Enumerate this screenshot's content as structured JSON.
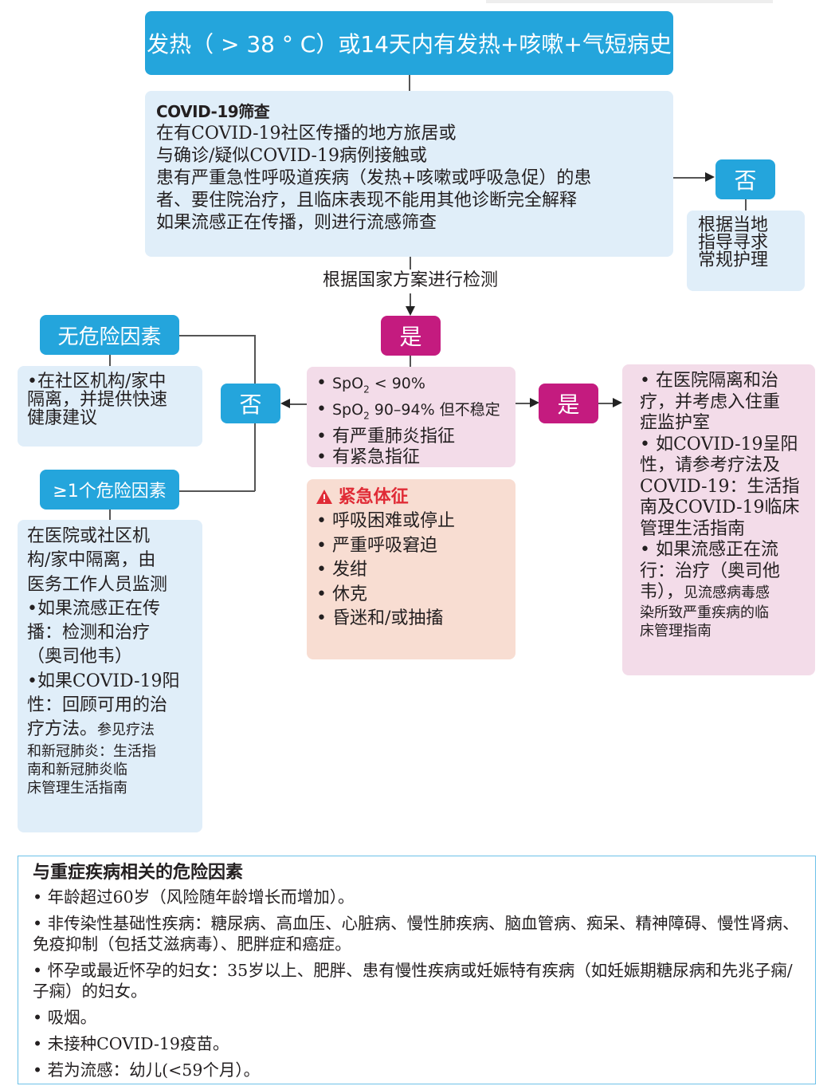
{
  "top": {
    "title": "发热（ > 38 ° C）或14天内有发热+咳嗽+气短病史"
  },
  "screening": {
    "heading": "COVID-19筛查",
    "lines": [
      "在有COVID-19社区传播的地方旅居或",
      "与确诊/疑似COVID-19病例接触或",
      "患有严重急性呼吸道疾病（发热+咳嗽或呼吸急促）的患",
      "者、要住院治疗，且临床表现不能用其他诊断完全解释",
      "如果流感正在传播，则进行流感筛查"
    ]
  },
  "no_right": {
    "label": "否",
    "text_lines": [
      "根据当地",
      "指导寻求",
      "常规护理"
    ]
  },
  "test_label": "根据国家方案进行检测",
  "yes_center": {
    "label": "是"
  },
  "criteria": {
    "items": [
      {
        "prefix": "SpO",
        "sub": "2",
        "suffix": " < 90%"
      },
      {
        "prefix": "SpO",
        "sub": "2",
        "suffix": " 90–94% 但不稳定"
      },
      {
        "text": "有严重肺炎指征"
      },
      {
        "text": "有紧急指征"
      }
    ]
  },
  "emergency": {
    "icon": "warning-triangle-icon",
    "title": "紧急体征",
    "title_color": "#e02b36",
    "items": [
      "呼吸困难或停止",
      "严重呼吸窘迫",
      "发绀",
      "休克",
      "昏迷和/或抽搐"
    ]
  },
  "no_left": {
    "label": "否"
  },
  "yes_right": {
    "label": "是"
  },
  "no_risk": {
    "label": "无危险因素",
    "lines": [
      "•在社区机构/家中",
      "隔离，并提供快速",
      "健康建议"
    ]
  },
  "risk": {
    "label": "≥1个危险因素",
    "lines": [
      "在医院或社区机",
      "构/家中隔离，由",
      "医务工作人员监测",
      "•如果流感正在传",
      "播：检测和治疗",
      "（奥司他韦）",
      "•如果COVID-19阳",
      "性：回顾可用的治",
      "疗方法。"
    ],
    "small_lines": [
      "参见疗法",
      "和新冠肺炎：生活指",
      "南和新冠肺炎临",
      "床管理生活指南"
    ]
  },
  "hospital": {
    "lines": [
      "• 在医院隔离和治",
      "疗，并考虑入住重",
      "症监护室",
      "• 如COVID-19呈阳",
      "性，请参考疗法及",
      "COVID-19：生活指",
      "南及COVID-19临床",
      "管理生活指南",
      "• 如果流感正在流",
      "行：治疗（奥司他",
      "韦），"
    ],
    "small_tail": "见流感病毒感",
    "small_lines": [
      "染所致严重疾病的临",
      "床管理指南"
    ]
  },
  "risk_factors": {
    "title": "与重症疾病相关的危险因素",
    "items": [
      "• 年龄超过60岁（风险随年龄增长而增加）。",
      "• 非传染性基础性疾病：糖尿病、高血压、心脏病、慢性肺疾病、脑血管病、痴呆、精神障碍、慢性肾病、免疫抑制（包括艾滋病毒）、肥胖症和癌症。",
      "• 怀孕或最近怀孕的妇女：35岁以上、肥胖、患有慢性疾病或妊娠特有疾病（如妊娠期糖尿病和先兆子痫/子痫）的妇女。",
      "• 吸烟。",
      "• 未接种COVID-19疫苗。",
      "• 若为流感：幼儿(<59个月）。"
    ]
  },
  "colors": {
    "blue": "#24a5dc",
    "magenta": "#c41b7f",
    "light_blue": "#e0eef9",
    "light_pink": "#f3dce9",
    "salmon": "#f8ddd2",
    "warning_red": "#e02b36"
  }
}
